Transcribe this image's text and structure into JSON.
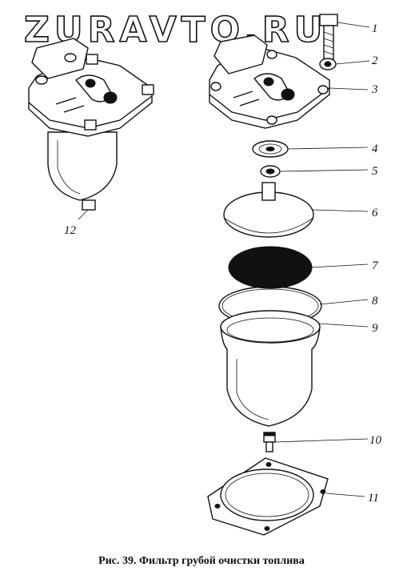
{
  "watermark": "ZURAVTO.RU",
  "caption": "Рис. 39. Фильтр грубой очистки топлива",
  "callouts": [
    "1",
    "2",
    "3",
    "4",
    "5",
    "6",
    "7",
    "8",
    "9",
    "10",
    "11",
    "12"
  ]
}
